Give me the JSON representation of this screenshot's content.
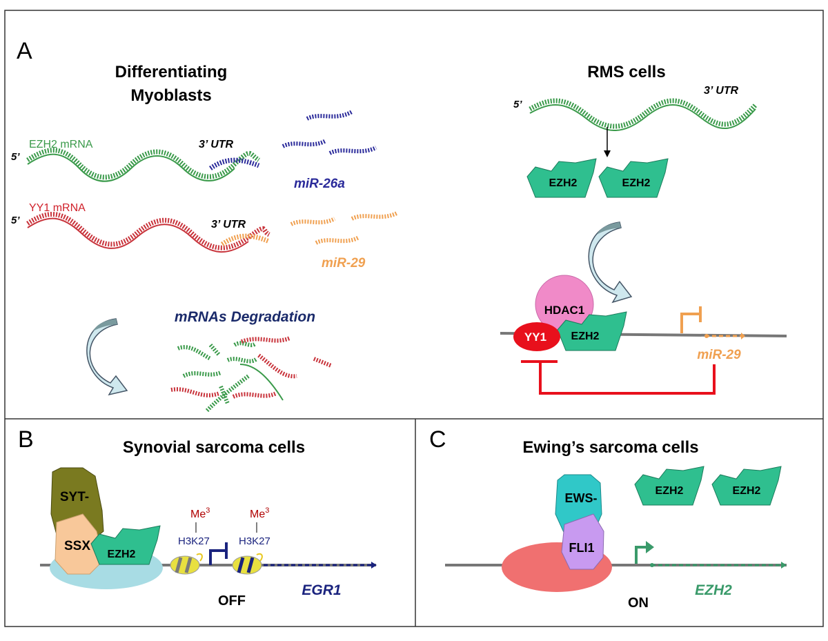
{
  "panels": {
    "a": {
      "letter": "A",
      "left_title_line1": "Differentiating",
      "left_title_line2": "Myoblasts",
      "right_title": "RMS cells",
      "ezh2_mrna_label": "EZH2 mRNA",
      "yy1_mrna_label": "YY1 mRNA",
      "five_prime": "5’",
      "three_utr": "3’ UTR",
      "mir26a": "miR-26a",
      "mir29": "miR-29",
      "degradation": "mRNAs Degradation",
      "ezh2": "EZH2",
      "hdac1": "HDAC1",
      "yy1": "YY1"
    },
    "b": {
      "letter": "B",
      "title": "Synovial sarcoma cells",
      "syt": "SYT-",
      "ssx": "SSX",
      "ezh2": "EZH2",
      "me3_base": "Me",
      "me3_sup": "3",
      "h3k27": "H3K27",
      "off": "OFF",
      "egr1": "EGR1"
    },
    "c": {
      "letter": "C",
      "title": "Ewing’s sarcoma cells",
      "ews": "EWS-",
      "fli1": "FLI1",
      "ezh2": "EZH2",
      "on": "ON",
      "ezh2_gene": "EZH2"
    }
  },
  "colors": {
    "ezh2_green": "#2fbf8f",
    "mrna_green": "#3a9a4a",
    "mrna_red": "#c8323a",
    "mir26a_blue": "#2a2a9a",
    "mir29_orange": "#f0a050",
    "yy1_red": "#e8101c",
    "hdac1_pink": "#f08ac8",
    "navy": "#1a237e"
  }
}
